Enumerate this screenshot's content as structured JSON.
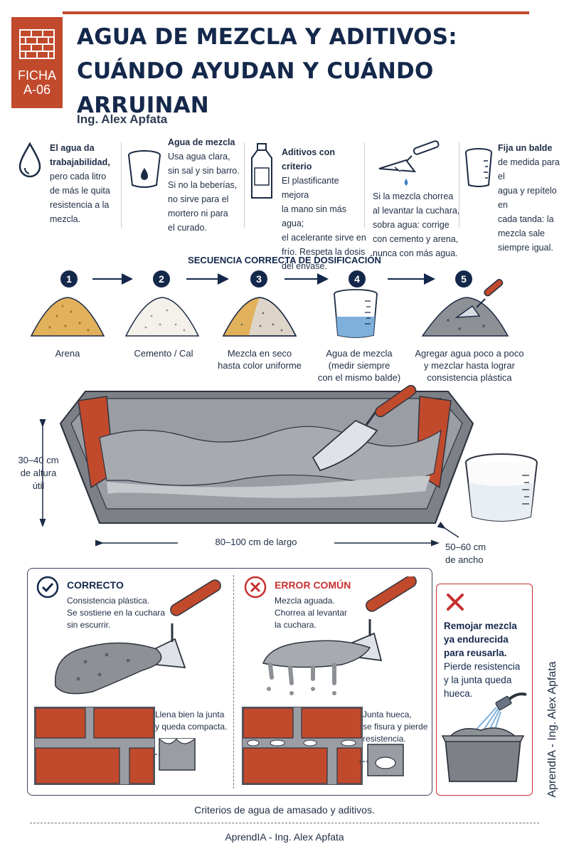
{
  "header": {
    "badge": {
      "line1": "FICHA",
      "line2": "A-06"
    },
    "title_line1": "AGUA DE MEZCLA Y ADITIVOS:",
    "title_line2": "CUÁNDO AYUDAN Y CUÁNDO ARRUINAN",
    "author": "Ing. Alex Apfata"
  },
  "tips": [
    {
      "icon": "water-drop-icon",
      "lines": [
        "El agua da",
        "trabajabilidad,",
        "pero cada litro",
        "de más le quita",
        "resistencia a la",
        "mezcla."
      ],
      "bold_lines": 2
    },
    {
      "icon": "water-bucket-icon",
      "lines": [
        "Agua de mezcla",
        "Usa agua clara,",
        "sin sal y sin barro.",
        "Si no la beberías,",
        "no sirve para el",
        "mortero ni para",
        "el curado."
      ],
      "bold_lines": 1
    },
    {
      "icon": "additive-bottle-icon",
      "lines": [
        "Aditivos con criterio",
        "El plastificante mejora",
        "la mano sin más agua;",
        "el acelerante sirve en",
        "frío. Respeta la dosis",
        "del envase."
      ],
      "bold_lines": 1
    },
    {
      "icon": "dripping-trowel-icon",
      "lines": [
        "Si la mezcla chorrea",
        "al levantar la cuchara,",
        "sobra agua: corrige",
        "con cemento y arena,",
        "nunca con más agua."
      ],
      "bold_lines": 0
    },
    {
      "icon": "measuring-bucket-icon",
      "lines": [
        "Fija un balde",
        "de medida para el",
        "agua y repítelo en",
        "cada tanda: la",
        "mezcla sale",
        "siempre igual."
      ],
      "bold_lines": 1
    }
  ],
  "sequence": {
    "title": "SECUENCIA CORRECTA DE DOSIFICACIÓN",
    "steps": [
      {
        "num": "1",
        "label": [
          "Arena"
        ]
      },
      {
        "num": "2",
        "label": [
          "Cemento / Cal"
        ]
      },
      {
        "num": "3",
        "label": [
          "Mezcla en seco",
          "hasta color uniforme"
        ]
      },
      {
        "num": "4",
        "label": [
          "Agua de mezcla",
          "(medir siempre",
          "con el mismo balde)"
        ]
      },
      {
        "num": "5",
        "label": [
          "Agregar agua poco a poco",
          "y mezclar hasta lograr",
          "consistencia plástica"
        ]
      }
    ]
  },
  "trough": {
    "height": [
      "30–40 cm",
      "de altura",
      "útil"
    ],
    "length": "80–100 cm de largo",
    "width": [
      "50–60 cm",
      "de ancho"
    ]
  },
  "correct": {
    "title": "CORRECTO",
    "desc": [
      "Consistencia plástica.",
      "Se sostiene en la cuchara",
      "sin escurrir."
    ],
    "joint": [
      "Llena bien la junta",
      "y queda compacta."
    ]
  },
  "error": {
    "title": "ERROR COMÚN",
    "desc": [
      "Mezcla aguada.",
      "Chorrea al levantar",
      "la cuchara."
    ],
    "joint": [
      "Junta hueca,",
      "se fisura y pierde",
      "resistencia."
    ]
  },
  "warning": {
    "bold": [
      "Remojar mezcla",
      "ya endurecida",
      "para reusarla."
    ],
    "text": [
      "Pierde resistencia",
      "y la junta queda",
      "hueca."
    ]
  },
  "footer": {
    "caption": "Criterios de agua de amasado y aditivos.",
    "credit": "AprendIA - Ing. Alex Apfata",
    "vertical": "AprendIA - Ing. Alex Apfata"
  },
  "colors": {
    "navy": "#14284b",
    "brick": "#c14a2c",
    "red": "#c73030",
    "sand": "#e2b15c",
    "water": "#7fb0dc"
  }
}
